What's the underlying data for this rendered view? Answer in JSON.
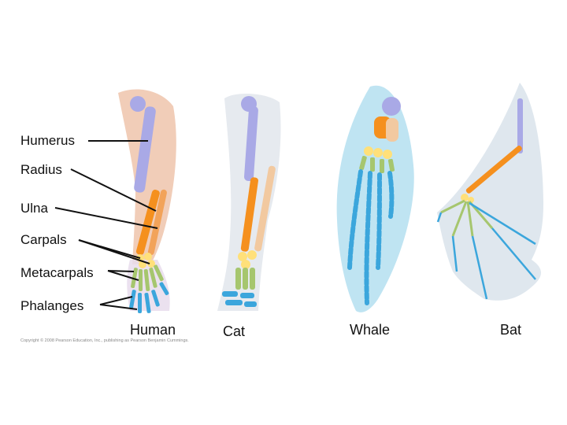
{
  "labels": {
    "humerus": "Humerus",
    "radius": "Radius",
    "ulna": "Ulna",
    "carpals": "Carpals",
    "metacarpals": "Metacarpals",
    "phalanges": "Phalanges"
  },
  "captions": {
    "human": "Human",
    "cat": "Cat",
    "whale": "Whale",
    "bat": "Bat"
  },
  "copyright": "Copyright © 2008 Pearson Education, Inc., publishing as Pearson Benjamin Cummings.",
  "colors": {
    "humerus": "#a9a9e6",
    "radius_ulna": "#f5901e",
    "ulna_light": "#f2c9a0",
    "carpals": "#ffe07a",
    "metacarpals": "#a6c66e",
    "phalanges": "#3ba6dc",
    "skin_human": "#f1cdb8",
    "fur_cat": "#e6eaef",
    "whale_body": "#bfe4f2",
    "bat_membrane": "#dfe7ee"
  }
}
